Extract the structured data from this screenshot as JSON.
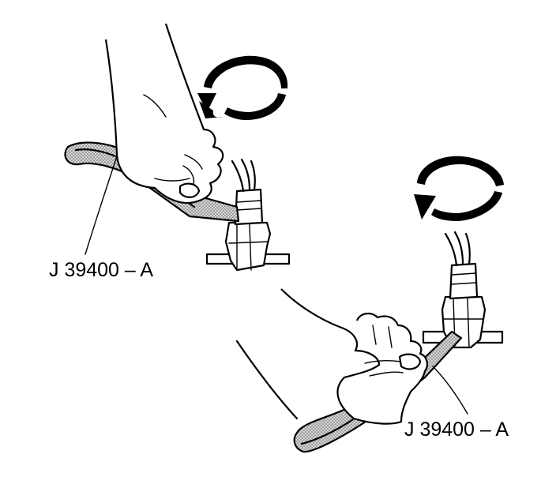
{
  "labels": {
    "tool_upper": "J 39400 – A",
    "tool_lower": "J 39400 – A"
  },
  "icons": {
    "rotation_upper": "clockwise-rotation-arrow",
    "rotation_lower": "clockwise-rotation-arrow"
  },
  "colors": {
    "ink": "#000000",
    "background": "#ffffff",
    "strap_stipple": "#7a7a7a"
  }
}
